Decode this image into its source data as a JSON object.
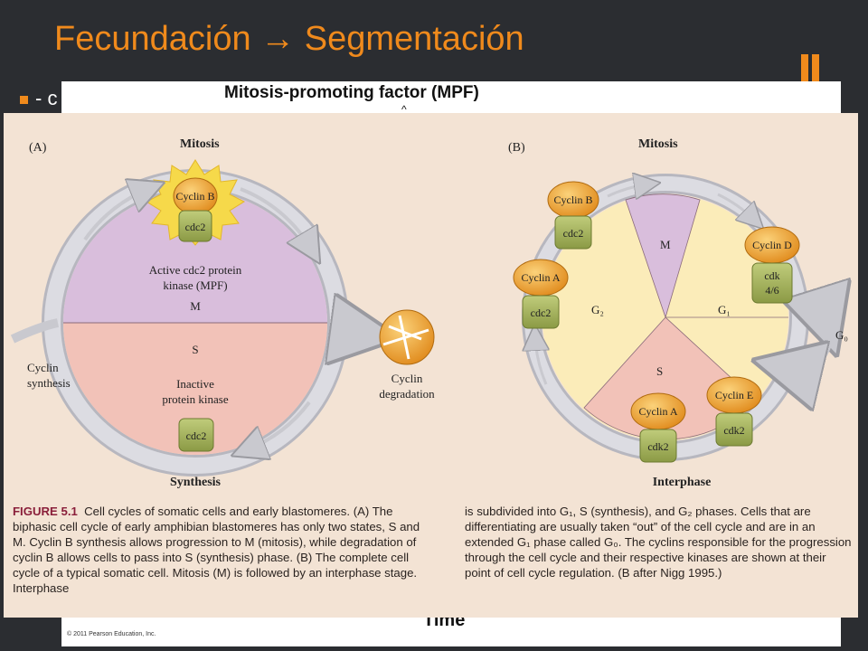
{
  "slide": {
    "title": "Fecundación  Segmentación",
    "bullet_text": "- c"
  },
  "panel": {
    "title": "Mitosis-promoting factor (MPF)",
    "caret": "^",
    "time_label": "Time",
    "copyright": "© 2011 Pearson Education, Inc."
  },
  "figure": {
    "panel_a": {
      "letter": "(A)",
      "mitosis": "Mitosis",
      "synthesis": "Synthesis",
      "cyclin_b": "Cyclin B",
      "cdc2_top": "cdc2",
      "active_l1": "Active cdc2 protein",
      "active_l2": "kinase (MPF)",
      "m": "M",
      "s": "S",
      "inactive_l1": "Inactive",
      "inactive_l2": "protein kinase",
      "cdc2_bottom": "cdc2",
      "cyclin_synth_l1": "Cyclin",
      "cyclin_synth_l2": "synthesis",
      "degradation_l1": "Cyclin",
      "degradation_l2": "degradation"
    },
    "panel_b": {
      "letter": "(B)",
      "mitosis": "Mitosis",
      "interphase": "Interphase",
      "cyclin_b": "Cyclin B",
      "cdc2_b": "cdc2",
      "cyclin_a_left": "Cyclin A",
      "cdc2_a": "cdc2",
      "cyclin_d": "Cyclin D",
      "cdk46_l1": "cdk",
      "cdk46_l2": "4/6",
      "cyclin_e": "Cyclin E",
      "cdk2_e": "cdk2",
      "cyclin_a_bottom": "Cyclin A",
      "cdk2_a": "cdk2",
      "m": "M",
      "g1": "G₁",
      "g2": "G₂",
      "s": "S",
      "g0": "G₀"
    },
    "caption_left_head": "FIGURE 5.1",
    "caption_left_text": "Cell cycles of somatic cells and early blastomeres. (A) The biphasic cell cycle of early amphibian blastomeres has only two states, S and M. Cyclin B synthesis allows progression to M (mitosis), while degradation of cyclin B allows cells to pass into S (synthesis) phase. (B) The complete cell cycle of a typical somatic cell. Mitosis (M) is followed by an interphase stage. Interphase",
    "caption_right_text": "is subdivided into G₁, S (synthesis), and G₂ phases. Cells that are differentiating are usually taken “out” of the cell cycle and are in an extended G₁ phase called G₀. The cyclins responsible for the progression through the cell cycle and their respective kinases are shown at their point of cell cycle regulation. (B after Nigg 1995.)"
  },
  "colors": {
    "accent": "#f08a1c",
    "background": "#2b2d31",
    "m_phase": "#d9bedc",
    "s_phase": "#f2c2b8",
    "g_phase": "#fbecb9",
    "cyclin": "#f2a635",
    "kinase": "#a4b259",
    "arrow": "#c9c9cf"
  }
}
